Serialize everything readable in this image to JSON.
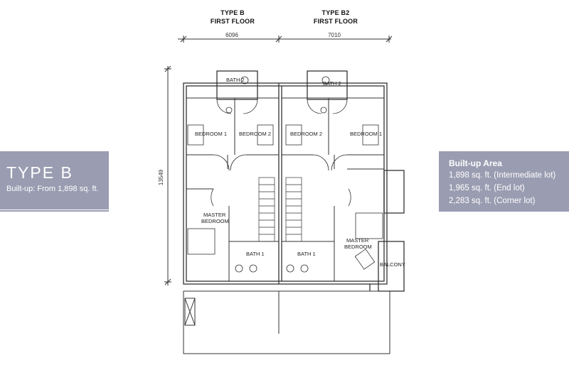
{
  "headings": {
    "left": {
      "line1": "TYPE B",
      "line2": "FIRST FLOOR"
    },
    "right": {
      "line1": "TYPE B2",
      "line2": "FIRST FLOOR"
    }
  },
  "dimensions": {
    "left_width": "6096",
    "right_width": "7010",
    "height": "13549"
  },
  "rooms": {
    "bath2": "BATH 2",
    "bedroom1": "BEDROOM 1",
    "bedroom2": "BEDROOM 2",
    "master_line1": "MASTER",
    "master_line2": "BEDROOM",
    "bath1": "BATH 1",
    "balcony": "BALCONY"
  },
  "type_badge": {
    "title": "TYPE B",
    "subtitle": "Built-up: From 1,898 sq. ft."
  },
  "area_info": {
    "title": "Built-up Area",
    "rows": [
      "1,898 sq. ft. (Intermediate lot)",
      "1,965 sq. ft. (End lot)",
      "2,283 sq. ft. (Corner lot)"
    ]
  },
  "colors": {
    "panel": "#9a9cb1",
    "line": "#333333",
    "text_on_panel": "#ffffff"
  }
}
